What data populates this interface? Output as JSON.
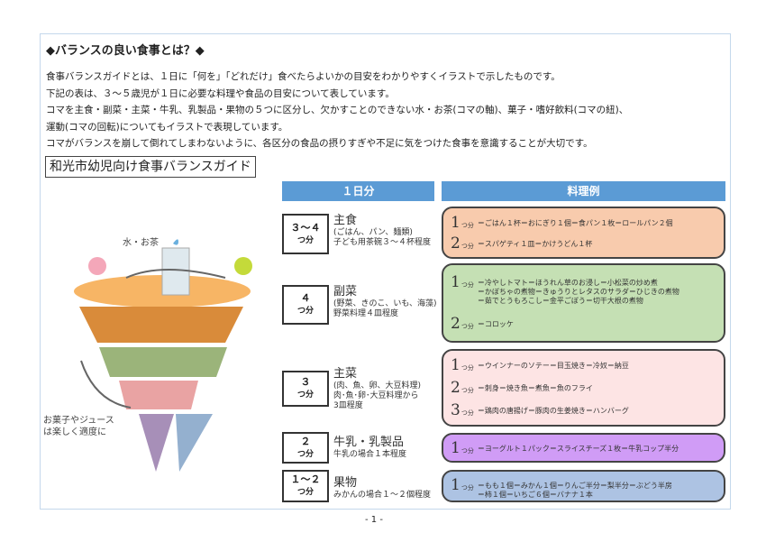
{
  "heading": "◆バランスの良い食事とは？◆",
  "intro": [
    "食事バランスガイドとは、１日に「何を」「どれだけ」食べたらよいかの目安をわかりやすくイラストで示したものです。",
    "下記の表は、３～５歳児が１日に必要な料理や食品の目安について表しています。",
    "コマを主食・副菜・主菜・牛乳、乳製品・果物の５つに区分し、欠かすことのできない水・お茶(コマの軸)、菓子・嗜好飲料(コマの紐)、",
    "運動(コマの回転)についてもイラストで表現しています。",
    "コマがバランスを崩して倒れてしまわないように、各区分の食品の摂りすぎや不足に気をつけた食事を意識することが大切です。"
  ],
  "guide_title": "和光市幼児向け食事バランスガイド",
  "col_headers": {
    "daily": "１日分",
    "examples": "料理例"
  },
  "illustration": {
    "water_label": "水・お茶",
    "snack_label": "お菓子やジュース",
    "snack_label2": "は楽しく適度に"
  },
  "unit": "つ分",
  "groups": [
    {
      "count": "３～４",
      "name": "主食",
      "sub": "(ごはん、パン、麺類)",
      "note": "子ども用茶碗３～４杯程度",
      "color": "#f8cbad",
      "examples": [
        {
          "n": "1",
          "items": [
            "＝ごはん１杯＝おにぎり１個＝食パン１枚＝ロールパン２個"
          ]
        },
        {
          "n": "2",
          "items": [
            "＝スパゲティ１皿＝かけうどん１杯"
          ]
        }
      ]
    },
    {
      "count": "４",
      "name": "副菜",
      "sub": "(野菜、きのこ、いも、海藻)",
      "note": "野菜料理４皿程度",
      "color": "#c5e0b4",
      "examples": [
        {
          "n": "1",
          "items": [
            "＝冷やしトマト＝ほうれん草のお浸し＝小松菜の炒め煮",
            "＝かぼちゃの煮物＝きゅうりとレタスのサラダ＝ひじきの煮物",
            "＝茹でとうもろこし＝金平ごぼう＝切干大根の煮物"
          ]
        },
        {
          "n": "2",
          "items": [
            "＝コロッケ"
          ]
        }
      ]
    },
    {
      "count": "３",
      "name": "主菜",
      "sub": "(肉、魚、卵、大豆料理)",
      "note": "肉･魚･卵･大豆料理から",
      "note2": "3皿程度",
      "color": "#fde4e4",
      "examples": [
        {
          "n": "1",
          "items": [
            "＝ウインナーのソテー＝目玉焼き＝冷奴＝納豆"
          ]
        },
        {
          "n": "2",
          "items": [
            "＝刺身＝焼き魚＝煮魚＝魚のフライ"
          ]
        },
        {
          "n": "3",
          "items": [
            "＝鶏肉の唐揚げ＝豚肉の生姜焼き＝ハンバーグ"
          ]
        }
      ]
    },
    {
      "count": "２",
      "name": "牛乳・乳製品",
      "note": "牛乳の場合１本程度",
      "color": "#d09cf6",
      "examples": [
        {
          "n": "1",
          "items": [
            "＝ヨーグルト１パック＝スライスチーズ１枚＝牛乳コップ半分"
          ]
        }
      ]
    },
    {
      "count": "１～２",
      "name": "果物",
      "note": "みかんの場合１～２個程度",
      "color": "#adc3e3",
      "examples": [
        {
          "n": "1",
          "items": [
            "＝もも１個＝みかん１個＝りんご半分＝梨半分＝ぶどう半房",
            "＝柿１個＝いちご６個＝バナナ１本"
          ]
        }
      ]
    }
  ],
  "page_number": "- 1 -"
}
